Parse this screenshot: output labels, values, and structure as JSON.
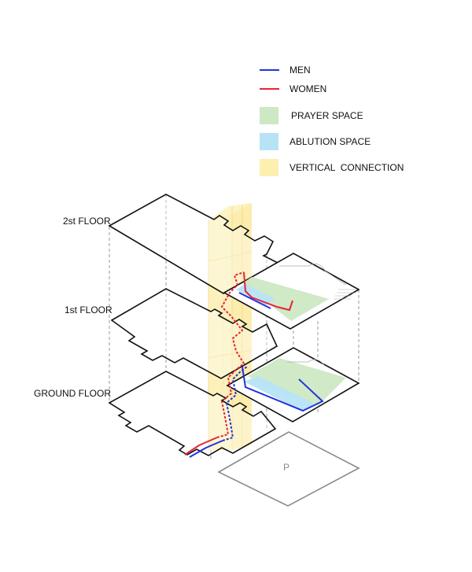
{
  "legend": {
    "items": [
      {
        "kind": "line",
        "label": "MEN",
        "color": "#2233dd"
      },
      {
        "kind": "line",
        "label": "WOMEN",
        "color": "#e8233a"
      },
      {
        "kind": "swatch",
        "label": "PRAYER SPACE",
        "color": "#cde8c4"
      },
      {
        "kind": "swatch",
        "label": "ABLUTION SPACE",
        "color": "#b7e4f5"
      },
      {
        "kind": "swatch",
        "label": "VERTICAL  CONNECTION",
        "color": "#fcefb0"
      }
    ]
  },
  "floors": {
    "second": "2st FLOOR",
    "first": "1st FLOOR",
    "ground": "GROUND FLOOR"
  },
  "parking": {
    "label": "P"
  },
  "colors": {
    "outline": "#111111",
    "guide": "#9a9a9a",
    "parking_outline": "#8a8a8a",
    "men": "#2233dd",
    "women": "#e8233a"
  }
}
